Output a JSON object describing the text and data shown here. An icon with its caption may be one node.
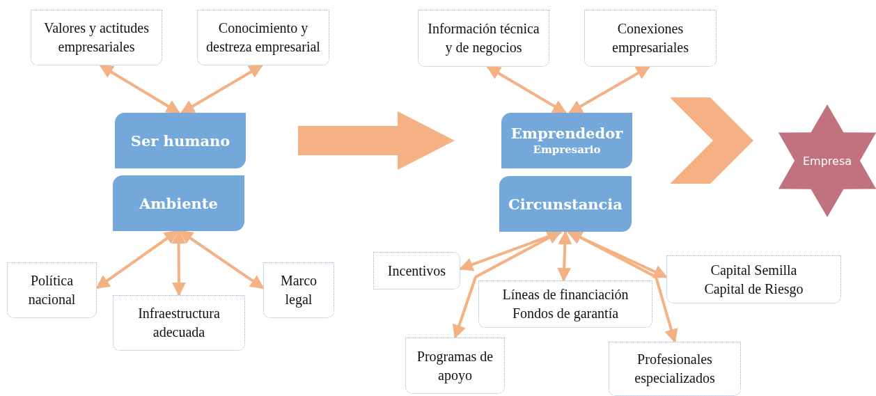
{
  "diagram": {
    "nodes": [
      {
        "text": [
          "Valores y actitudes empresariales"
        ]
      },
      {
        "text": [
          "Conocimiento y destreza empresarial"
        ]
      },
      {
        "text": [
          "Ser humano"
        ]
      },
      {
        "text": [
          "Ambiente"
        ]
      },
      {
        "text": [
          "Política nacional"
        ]
      },
      {
        "text": [
          "Infraestructura adecuada"
        ]
      },
      {
        "text": [
          "Marco legal"
        ]
      },
      {
        "text": [
          "Información técnica y de negocios"
        ]
      },
      {
        "text": [
          "Conexiones empresariales"
        ]
      },
      {
        "text": [
          "Emprendedor",
          "Empresario"
        ]
      },
      {
        "text": [
          "Circunstancia"
        ]
      },
      {
        "text": [
          "Incentivos"
        ]
      },
      {
        "text": [
          "Líneas de financiación",
          "Fondos de garantía"
        ]
      },
      {
        "text": [
          "Capital Semilla",
          "Capital de Riesgo"
        ]
      },
      {
        "text": [
          "Programas de apoyo"
        ]
      },
      {
        "text": [
          "Profesionales especializados"
        ]
      },
      {
        "text": [
          "Empresa"
        ]
      }
    ],
    "edges": [
      {
        "from": 0,
        "to": 2,
        "arrow": "both"
      },
      {
        "from": 1,
        "to": 2,
        "arrow": "both"
      },
      {
        "from": 3,
        "to": 4,
        "arrow": "both"
      },
      {
        "from": 3,
        "to": 5,
        "arrow": "both"
      },
      {
        "from": 3,
        "to": 6,
        "arrow": "both"
      },
      {
        "from": 7,
        "to": 9,
        "arrow": "both"
      },
      {
        "from": 8,
        "to": 9,
        "arrow": "both"
      },
      {
        "from": 10,
        "to": 11,
        "arrow": "both"
      },
      {
        "from": 10,
        "to": 12,
        "arrow": "both"
      },
      {
        "from": 10,
        "to": 13,
        "arrow": "both"
      },
      {
        "from": 10,
        "to": 14,
        "arrow": "both"
      },
      {
        "from": 10,
        "to": 15,
        "arrow": "both"
      },
      {
        "from": 2,
        "to": 9,
        "arrow": "to",
        "style": "thick"
      },
      {
        "from": 9,
        "to": 16,
        "arrow": "to",
        "style": "thick"
      }
    ]
  }
}
